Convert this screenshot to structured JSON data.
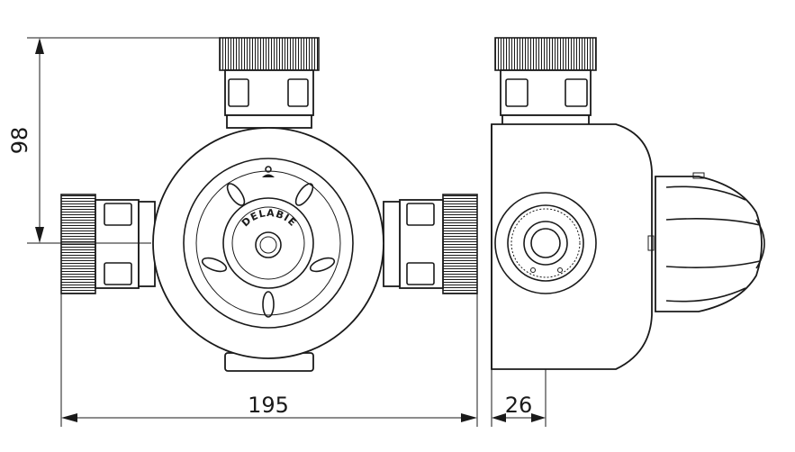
{
  "dimensions": {
    "height_label": "98",
    "width_label": "195",
    "depth_label": "26"
  },
  "brand": "DELABIE"
}
